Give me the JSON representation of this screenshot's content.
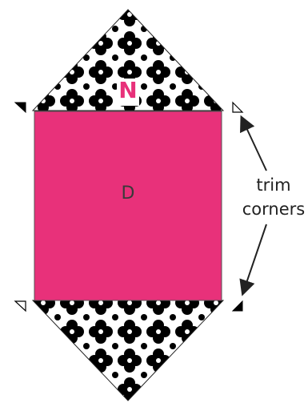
{
  "pieces": {
    "center_label": "D",
    "edge_label": "N"
  },
  "annotation": {
    "line1": "trim",
    "line2": "corners"
  },
  "colors": {
    "center_square": "#E8317A",
    "label_n": "#E8317A",
    "print_dark": "#000000",
    "print_light": "#FFFFFF",
    "outline": "#333333"
  },
  "icons": {
    "pattern": "flower-print",
    "arrow": "arrow-icon",
    "corner_marker": "trim-triangle"
  }
}
